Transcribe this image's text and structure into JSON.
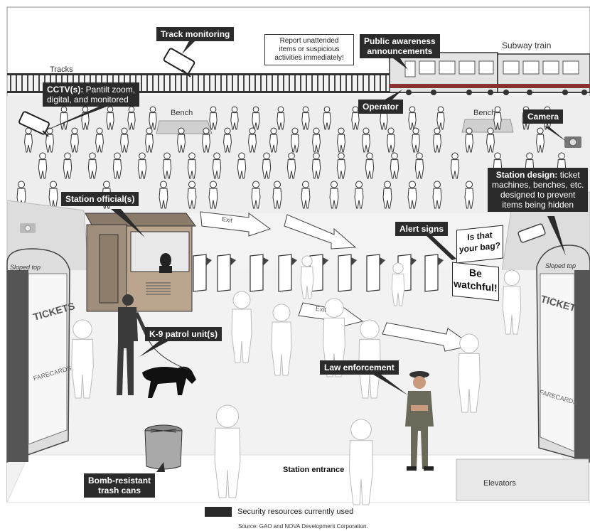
{
  "callouts": {
    "track_monitoring": "Track monitoring",
    "public_awareness_line1": "Public awareness",
    "public_awareness_line2": "announcements",
    "cctv_bold": "CCTV(s):",
    "cctv_rest1": "Pantilt zoom,",
    "cctv_rest2": "digital, and monitored",
    "operator": "Operator",
    "camera": "Camera",
    "station_official": "Station official(s)",
    "station_design_bold": "Station design:",
    "station_design_rest1": "ticket",
    "station_design_rest2": "machines, benches, etc.",
    "station_design_rest3": "designed to prevent",
    "station_design_rest4": "items being hidden",
    "alert_signs": "Alert signs",
    "k9": "K-9 patrol unit(s)",
    "law_enforcement": "Law enforcement",
    "bomb_line1": "Bomb-resistant",
    "bomb_line2": "trash cans"
  },
  "note": {
    "line1": "Report unattended",
    "line2": "items or suspicious",
    "line3": "activities immediately!"
  },
  "labels": {
    "tracks": "Tracks",
    "subway_train": "Subway train",
    "bench_left": "Bench",
    "bench_right": "Bench",
    "sloped_top_left": "Sloped top",
    "sloped_top_right": "Sloped top",
    "tickets_left": "TICKETS",
    "farecards_left": "FARECARDS",
    "tickets_right": "TICKETS",
    "farecards_right": "FARECARDS",
    "station_entrance": "Station entrance",
    "elevators": "Elevators",
    "exit_arrow": "Exit"
  },
  "signs": {
    "sign1_line1": "Is that",
    "sign1_line2": "your bag?",
    "sign2_line1": "Be",
    "sign2_line2": "watchful!"
  },
  "legend": {
    "text": "Security resources currently used",
    "swatch_color": "#2b2b2b"
  },
  "source": "Source: GAO and NOVA Development Corporation."
}
